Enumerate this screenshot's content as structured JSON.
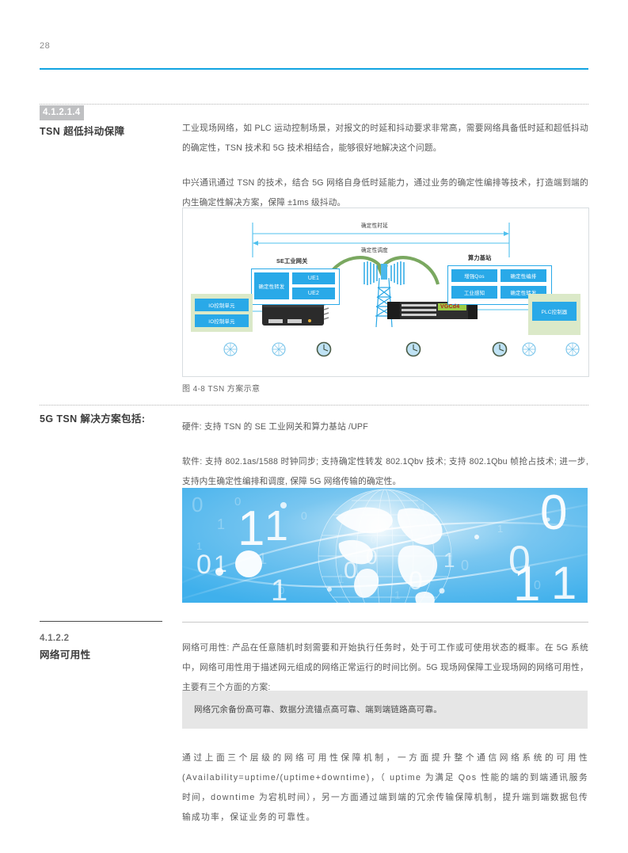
{
  "page": {
    "number": "28",
    "accent_color": "#11a4e2",
    "rule_color": "#b4b4b4",
    "text_color": "#595959"
  },
  "section_tsn": {
    "number": "4.1.2.1.4",
    "title": "TSN 超低抖动保障",
    "paragraphs": [
      "工业现场网络，如 PLC 运动控制场景，对报文的时延和抖动要求非常高，需要网络具备低时延和超低抖动的确定性，TSN 技术和 5G 技术相结合，能够很好地解决这个问题。",
      "中兴通讯通过 TSN 的技术，结合 5G 网络自身低时延能力，通过业务的确定性编排等技术，打造端到端的内生确定性解决方案，保障 ±1ms 级抖动。"
    ]
  },
  "figure": {
    "caption": "图 4-8 TSN 方案示意",
    "top_label_1": "确定性时延",
    "top_label_2": "确定性调度",
    "gateway_title": "SE工业网关",
    "basestation_title": "算力基站",
    "gateway_blocks": [
      "确定性转发",
      "UE1",
      "UE2"
    ],
    "io_blocks": [
      "IO控制单元",
      "IO控制单元"
    ],
    "basestation_blocks": [
      "增强Qos",
      "确定性编排",
      "工业感知",
      "确定性转发"
    ],
    "server_label": "VGCd4",
    "plc_label": "PLC控制器",
    "colors": {
      "blue_box": "#29a9e8",
      "panel_border": "#29a9e8",
      "green_zone": "#dbe9c8",
      "arrow_green": "#7aa860",
      "arrow_blue": "#4fc0ee"
    }
  },
  "solution": {
    "label": "5G TSN 解决方案包括:",
    "paragraphs": [
      "硬件: 支持 TSN 的 SE 工业网关和算力基站 /UPF",
      "软件: 支持 802.1as/1588 时钟同步; 支持确定性转发 802.1Qbv 技术; 支持 802.1Qbu 帧抢占技术; 进一步, 支持内生确定性编排和调度, 保障 5G 网络传输的确定性。"
    ]
  },
  "banner": {
    "alt": "globe-binary-banner",
    "base_color": "#4cb7ee",
    "highlight_color": "#ffffff"
  },
  "section_availability": {
    "number": "4.1.2.2",
    "title": "网络可用性",
    "paragraphs": [
      "网络可用性: 产品在任意随机时刻需要和开始执行任务时，处于可工作或可使用状态的概率。在 5G 系统中，网络可用性用于描述网元组成的网络正常运行的时间比例。5G 现场网保障工业现场网的网络可用性，主要有三个方面的方案:"
    ],
    "callout": "网络冗余备份高可靠、数据分流锚点高可靠、端到端链路高可靠。",
    "closing_paragraph": "通过上面三个层级的网络可用性保障机制，一方面提升整个通信网络系统的可用性 (Availability=uptime/(uptime+downtime)，（ uptime 为满足 Qos 性能的端的到端通讯服务时间，downtime 为宕机时间），另一方面通过端到端的冗余传输保障机制，提升端到端数据包传输成功率，保证业务的可靠性。"
  }
}
